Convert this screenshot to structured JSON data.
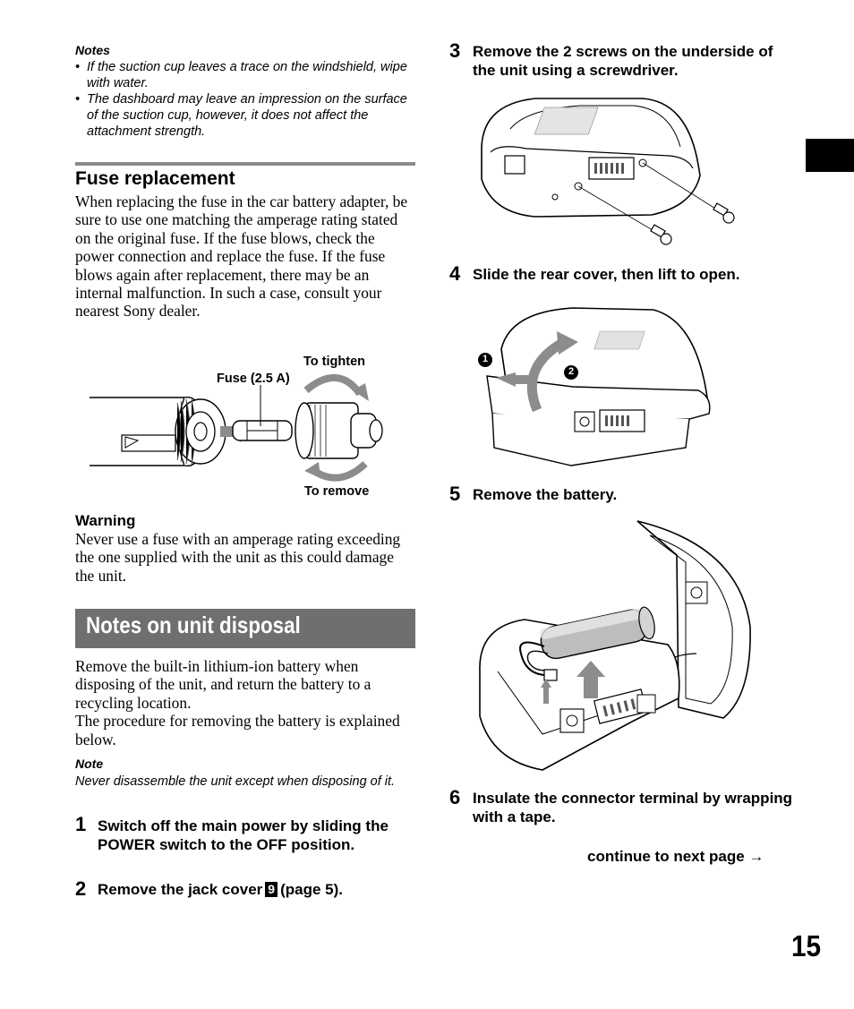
{
  "notes": {
    "title": "Notes",
    "items": [
      "If the suction cup leaves a trace on the windshield, wipe with water.",
      "The dashboard may leave an impression on the surface of the suction cup, however, it does not affect the attachment strength."
    ]
  },
  "fuse": {
    "heading": "Fuse replacement",
    "body": "When replacing the fuse in the car battery adapter, be sure to use one matching the amperage rating stated on the original fuse. If the fuse blows, check the power connection and replace the fuse. If the fuse blows again after replacement, there may be an internal malfunction. In such a case, consult your nearest Sony dealer.",
    "label_tighten": "To tighten",
    "label_fuse": "Fuse (2.5 A)",
    "label_remove": "To remove"
  },
  "warning": {
    "title": "Warning",
    "body": "Never use a fuse with an amperage rating exceeding the one supplied with the unit as this could damage the unit."
  },
  "disposal": {
    "heading": "Notes on unit disposal",
    "body1": "Remove the built-in lithium-ion battery when disposing of the unit, and return the battery to a recycling location.",
    "body2": "The procedure for removing the battery is explained below.",
    "note_title": "Note",
    "note_body": "Never disassemble the unit except when disposing of it."
  },
  "steps": [
    {
      "num": "1",
      "text": "Switch off the main power by sliding the POWER switch to the OFF position."
    },
    {
      "num": "2",
      "text_before": "Remove the jack cover",
      "badge": "9",
      "text_after": "(page 5)."
    },
    {
      "num": "3",
      "text": "Remove the 2 screws on the underside of the unit using a screwdriver."
    },
    {
      "num": "4",
      "text": "Slide the rear cover, then lift to open."
    },
    {
      "num": "5",
      "text": "Remove the battery."
    },
    {
      "num": "6",
      "text": "Insulate the connector terminal by wrapping with a tape."
    }
  ],
  "callouts": {
    "one": "1",
    "two": "2"
  },
  "continue_text": "continue to next page",
  "continue_arrow": "→",
  "page_number": "15"
}
